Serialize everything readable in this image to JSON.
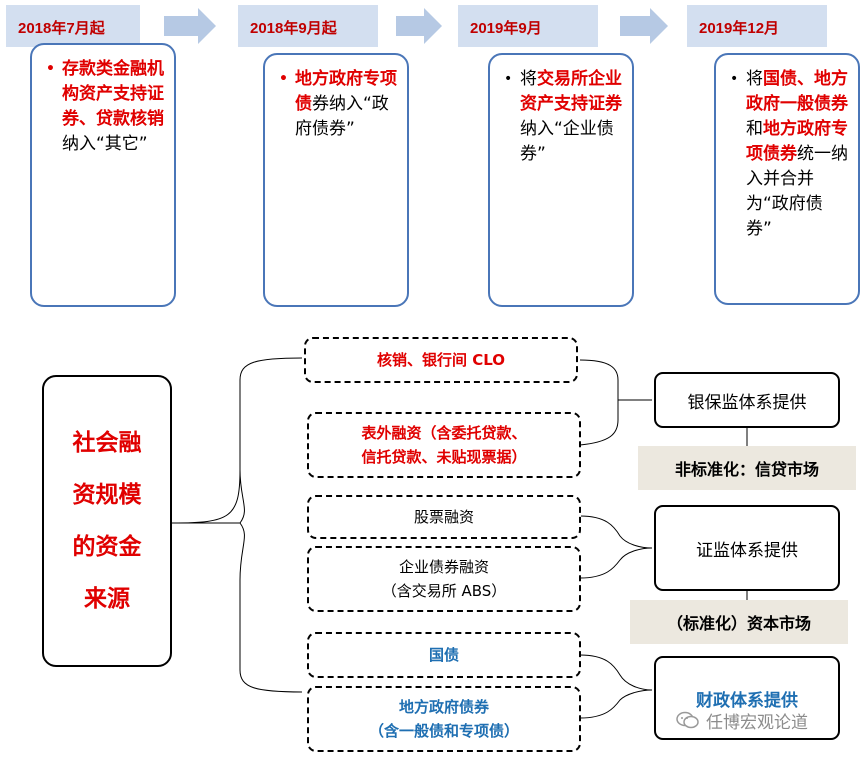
{
  "timeline": [
    {
      "date": "2018年7月起",
      "bullet": "•",
      "segments": [
        {
          "text": "存款类金融机构资产支持证券、贷款核销",
          "style": "red"
        },
        {
          "text": "纳入“其它”",
          "style": "plain"
        }
      ]
    },
    {
      "date": "2018年9月起",
      "bullet": "•",
      "segments": [
        {
          "text": "地方政府专项债",
          "style": "red"
        },
        {
          "text": "券纳入“政府债券”",
          "style": "plain"
        }
      ]
    },
    {
      "date": "2019年9月",
      "bullet": "•",
      "segments": [
        {
          "text": "将",
          "style": "plain"
        },
        {
          "text": "交易所企业资产支持证券",
          "style": "red"
        },
        {
          "text": "纳入“企业债券”",
          "style": "plain"
        }
      ]
    },
    {
      "date": "2019年12月",
      "bullet": "•",
      "segments": [
        {
          "text": "将",
          "style": "plain"
        },
        {
          "text": "国债、地方政府一般债券",
          "style": "red"
        },
        {
          "text": "和",
          "style": "plain"
        },
        {
          "text": "地方政府专项债券",
          "style": "red"
        },
        {
          "text": "统一纳入并合并为“政府债券”",
          "style": "plain"
        }
      ]
    }
  ],
  "source_box": {
    "lines": [
      "社会融",
      "资规模",
      "的资金",
      "来源"
    ]
  },
  "sources": [
    {
      "lines": [
        "核销、银行间 CLO"
      ],
      "color": "red",
      "bold": true
    },
    {
      "lines": [
        "表外融资（含委托贷款、",
        "信托贷款、未贴现票据）"
      ],
      "color": "red",
      "bold": true
    },
    {
      "lines": [
        "股票融资"
      ],
      "color": "black",
      "bold": false
    },
    {
      "lines": [
        "企业债券融资",
        "（含交易所 ABS）"
      ],
      "color": "black",
      "bold": false
    },
    {
      "lines": [
        "国债"
      ],
      "color": "blue",
      "bold": true
    },
    {
      "lines": [
        "地方政府债券",
        "（含一般债和专项债）"
      ],
      "color": "blue",
      "bold": true
    }
  ],
  "providers": [
    {
      "label": "银保监体系提供",
      "color": "black"
    },
    {
      "label": "证监体系提供",
      "color": "black"
    },
    {
      "label": "财政体系提供",
      "color": "blue"
    }
  ],
  "markets": [
    {
      "label": "非标准化：信贷市场"
    },
    {
      "label": "（标准化）资本市场"
    }
  ],
  "watermark": {
    "text": "任博宏观论道",
    "icon": "wechat-icon"
  },
  "colors": {
    "red": "#e00000",
    "blue": "#1f6fb2",
    "header_bg": "#d3dff0",
    "card_border": "#4a76b8",
    "arrow": "#b6c9e4",
    "market_bg": "#ece8df"
  }
}
